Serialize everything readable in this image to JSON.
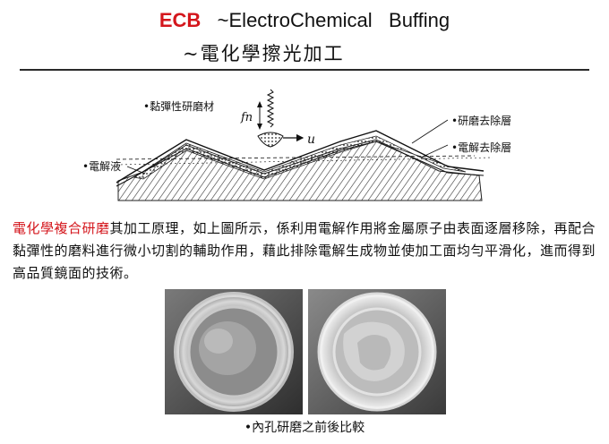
{
  "title": {
    "acronym": "ECB",
    "english": "   ~ElectroChemical   Buffing",
    "chinese": "~電化學擦光加工"
  },
  "diagram": {
    "label_pad": "•黏彈性研磨材",
    "label_force": "fn",
    "label_velocity": "u",
    "label_removed_layer": "•研磨去除層",
    "label_electrolytic_layer": "•電解去除層",
    "label_electrolyte": "•電解液"
  },
  "paragraph": {
    "highlight": "電化學複合研磨",
    "body": "其加工原理，如上圖所示，係利用電解作用將金屬原子由表面逐層移除，再配合黏彈性的磨料進行微小切割的輔助作用，藉此排除電解生成物並使加工面均勻平滑化，進而得到高品質鏡面的技術。"
  },
  "caption": "•內孔研磨之前後比較",
  "colors": {
    "accent": "#d4161c",
    "text": "#111111"
  }
}
